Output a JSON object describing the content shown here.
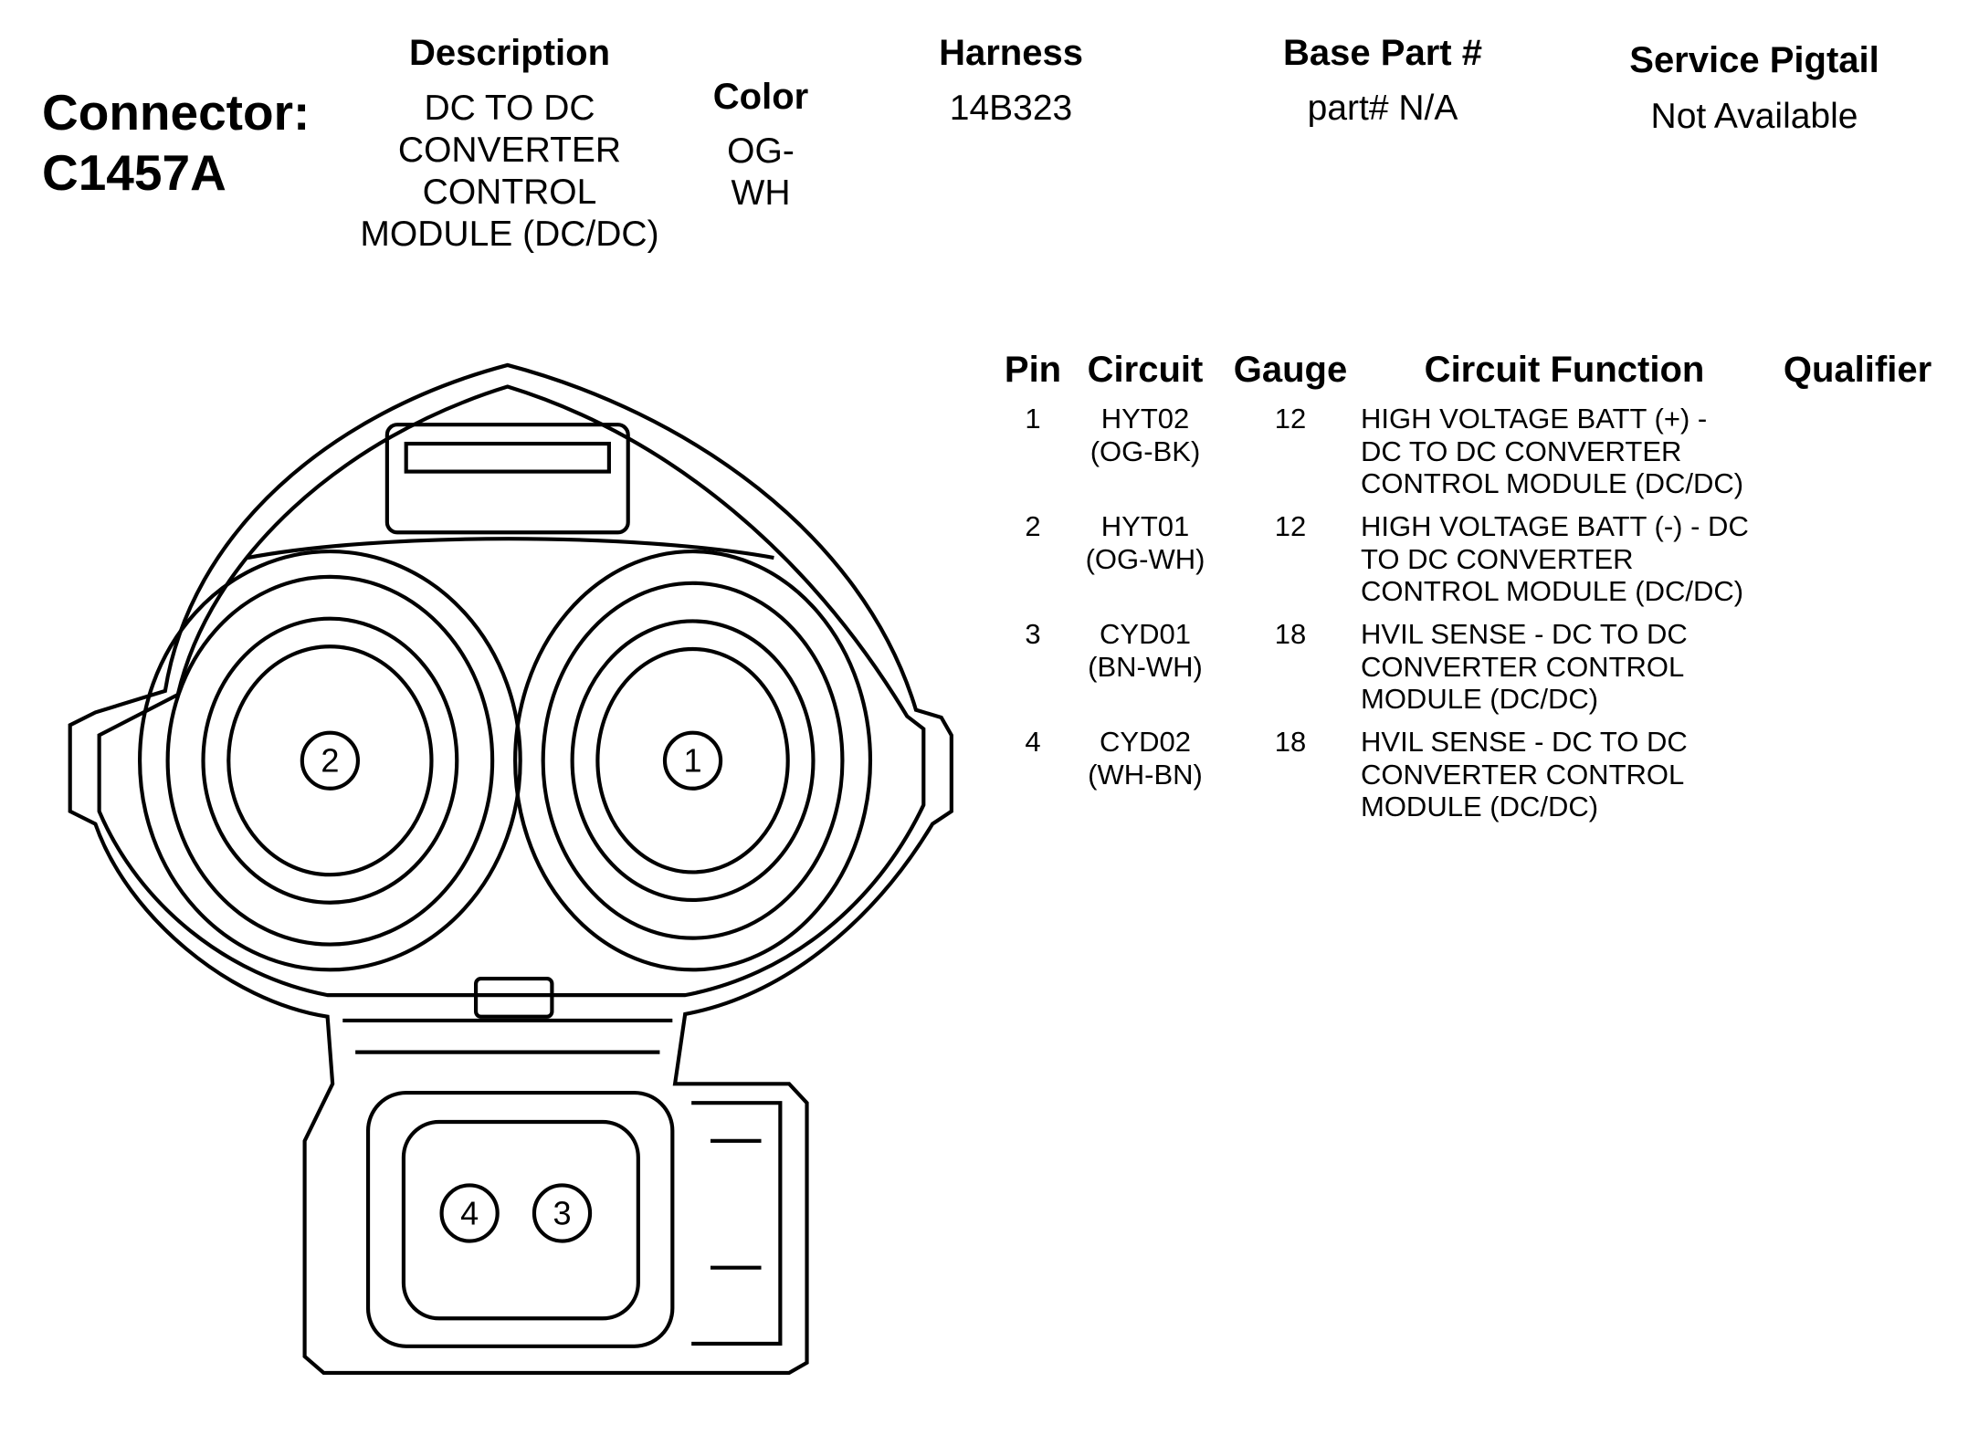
{
  "connector": {
    "label": "Connector:",
    "id": "C1457A"
  },
  "info": {
    "description": {
      "header": "Description",
      "lines": [
        "DC TO DC",
        "CONVERTER",
        "CONTROL",
        "MODULE (DC/DC)"
      ]
    },
    "color": {
      "header": "Color",
      "lines": [
        "OG-",
        "WH"
      ]
    },
    "harness": {
      "header": "Harness",
      "value": "14B323"
    },
    "base_part": {
      "header": "Base Part #",
      "value": "part# N/A"
    },
    "service_pigtail": {
      "header": "Service Pigtail",
      "value": "Not Available"
    }
  },
  "table": {
    "headers": {
      "pin": "Pin",
      "circuit": "Circuit",
      "gauge": "Gauge",
      "function": "Circuit Function",
      "qualifier": "Qualifier"
    },
    "rows": [
      {
        "pin": "1",
        "circuit": "HYT02",
        "color": "(OG-BK)",
        "gauge": "12",
        "function": [
          "HIGH VOLTAGE BATT (+) -",
          "DC TO DC CONVERTER",
          "CONTROL MODULE (DC/DC)"
        ]
      },
      {
        "pin": "2",
        "circuit": "HYT01",
        "color": "(OG-WH)",
        "gauge": "12",
        "function": [
          "HIGH VOLTAGE BATT (-) - DC",
          "TO DC CONVERTER",
          "CONTROL MODULE (DC/DC)"
        ]
      },
      {
        "pin": "3",
        "circuit": "CYD01",
        "color": "(BN-WH)",
        "gauge": "18",
        "function": [
          "HVIL SENSE - DC TO DC",
          "CONVERTER CONTROL",
          "MODULE (DC/DC)"
        ]
      },
      {
        "pin": "4",
        "circuit": "CYD02",
        "color": "(WH-BN)",
        "gauge": "18",
        "function": [
          "HVIL SENSE - DC TO DC",
          "CONVERTER CONTROL",
          "MODULE (DC/DC)"
        ]
      }
    ]
  },
  "diagram": {
    "pin_labels": [
      "1",
      "2",
      "3",
      "4"
    ]
  }
}
